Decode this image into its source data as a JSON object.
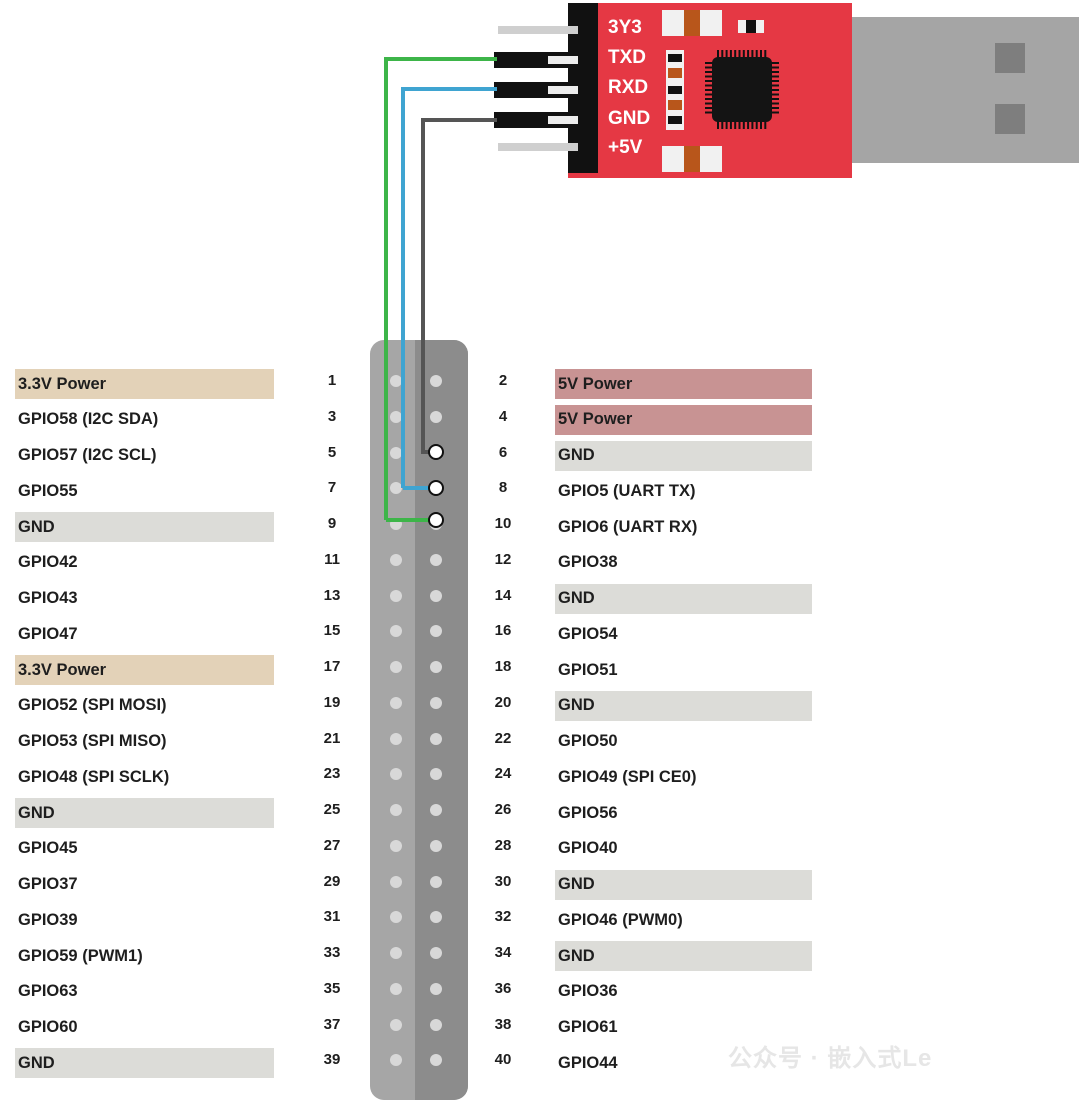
{
  "colors": {
    "power33": "#e3d2b8",
    "power5": "#c89393",
    "gnd": "#dcdcd8",
    "board": "#e53844",
    "wire_green": "#3db549",
    "wire_blue": "#3fa4d1",
    "wire_gray": "#555555"
  },
  "module": {
    "pins": [
      "3Y3",
      "TXD",
      "RXD",
      "GND",
      "+5V"
    ]
  },
  "header": {
    "left_pins": [
      {
        "num": "1",
        "label": "3.3V Power",
        "type": "power33"
      },
      {
        "num": "3",
        "label": "GPIO58 (I2C SDA)",
        "type": "gpio"
      },
      {
        "num": "5",
        "label": "GPIO57 (I2C SCL)",
        "type": "gpio"
      },
      {
        "num": "7",
        "label": "GPIO55",
        "type": "gpio"
      },
      {
        "num": "9",
        "label": "GND",
        "type": "gnd"
      },
      {
        "num": "11",
        "label": "GPIO42",
        "type": "gpio"
      },
      {
        "num": "13",
        "label": "GPIO43",
        "type": "gpio"
      },
      {
        "num": "15",
        "label": "GPIO47",
        "type": "gpio"
      },
      {
        "num": "17",
        "label": "3.3V Power",
        "type": "power33"
      },
      {
        "num": "19",
        "label": "GPIO52 (SPI MOSI)",
        "type": "gpio"
      },
      {
        "num": "21",
        "label": "GPIO53 (SPI MISO)",
        "type": "gpio"
      },
      {
        "num": "23",
        "label": "GPIO48 (SPI SCLK)",
        "type": "gpio"
      },
      {
        "num": "25",
        "label": "GND",
        "type": "gnd"
      },
      {
        "num": "27",
        "label": "GPIO45",
        "type": "gpio"
      },
      {
        "num": "29",
        "label": "GPIO37",
        "type": "gpio"
      },
      {
        "num": "31",
        "label": "GPIO39",
        "type": "gpio"
      },
      {
        "num": "33",
        "label": "GPIO59 (PWM1)",
        "type": "gpio"
      },
      {
        "num": "35",
        "label": "GPIO63",
        "type": "gpio"
      },
      {
        "num": "37",
        "label": "GPIO60",
        "type": "gpio"
      },
      {
        "num": "39",
        "label": "GND",
        "type": "gnd"
      }
    ],
    "right_pins": [
      {
        "num": "2",
        "label": "5V Power",
        "type": "power5"
      },
      {
        "num": "4",
        "label": "5V Power",
        "type": "power5"
      },
      {
        "num": "6",
        "label": "GND",
        "type": "gnd"
      },
      {
        "num": "8",
        "label": "GPIO5 (UART TX)",
        "type": "gpio"
      },
      {
        "num": "10",
        "label": "GPIO6 (UART RX)",
        "type": "gpio"
      },
      {
        "num": "12",
        "label": "GPIO38",
        "type": "gpio"
      },
      {
        "num": "14",
        "label": "GND",
        "type": "gnd"
      },
      {
        "num": "16",
        "label": "GPIO54",
        "type": "gpio"
      },
      {
        "num": "18",
        "label": "GPIO51",
        "type": "gpio"
      },
      {
        "num": "20",
        "label": "GND",
        "type": "gnd"
      },
      {
        "num": "22",
        "label": "GPIO50",
        "type": "gpio"
      },
      {
        "num": "24",
        "label": "GPIO49 (SPI CE0)",
        "type": "gpio"
      },
      {
        "num": "26",
        "label": "GPIO56",
        "type": "gpio"
      },
      {
        "num": "28",
        "label": "GPIO40",
        "type": "gpio"
      },
      {
        "num": "30",
        "label": "GND",
        "type": "gnd"
      },
      {
        "num": "32",
        "label": "GPIO46 (PWM0)",
        "type": "gpio"
      },
      {
        "num": "34",
        "label": "GND",
        "type": "gnd"
      },
      {
        "num": "36",
        "label": "GPIO36",
        "type": "gpio"
      },
      {
        "num": "38",
        "label": "GPIO61",
        "type": "gpio"
      },
      {
        "num": "40",
        "label": "GPIO44",
        "type": "gpio"
      }
    ]
  },
  "watermark": "公众号 · 嵌入式Le"
}
